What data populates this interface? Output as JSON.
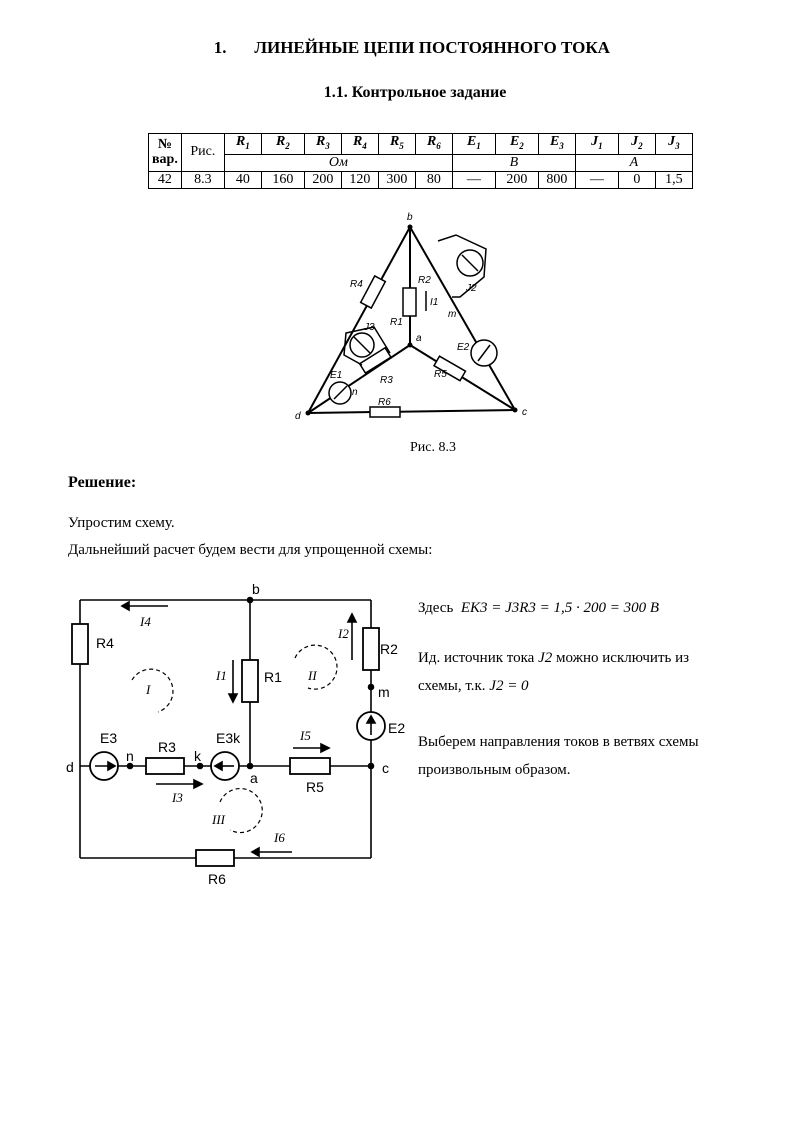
{
  "heading": {
    "number": "1.",
    "title": "ЛИНЕЙНЫЕ ЦЕПИ ПОСТОЯННОГО ТОКА",
    "subtitle": "1.1. Контрольное задание"
  },
  "table": {
    "col_num_top": "№",
    "col_num_bottom": "вар.",
    "col_fig": "Рис.",
    "headers": [
      "R1",
      "R2",
      "R3",
      "R4",
      "R5",
      "R6",
      "E1",
      "E2",
      "E3",
      "J1",
      "J2",
      "J3"
    ],
    "unit_ohm": "Ом",
    "unit_volt": "В",
    "unit_amp": "А",
    "row": [
      "42",
      "8.3",
      "40",
      "160",
      "200",
      "120",
      "300",
      "80",
      "—",
      "200",
      "800",
      "—",
      "0",
      "1,5"
    ]
  },
  "figure1": {
    "caption": "Рис. 8.3",
    "labels": {
      "b": "b",
      "a": "a",
      "c": "c",
      "d": "d",
      "m": "m",
      "n": "n",
      "R1": "R1",
      "R2": "R2",
      "R3": "R3",
      "R4": "R4",
      "R5": "R5",
      "R6": "R6",
      "E1": "E1",
      "E2": "E2",
      "J2": "J2",
      "J3": "J3",
      "I1": "I1"
    }
  },
  "solution": {
    "title": "Решение:",
    "p1": "Упростим схему.",
    "p2": "Дальнейший расчет будем вести для упрощенной схемы:"
  },
  "figure2": {
    "labels": {
      "b": "b",
      "a": "a",
      "c": "c",
      "d": "d",
      "m": "m",
      "n": "n",
      "k": "k",
      "R1": "R1",
      "R2": "R2",
      "R3": "R3",
      "R4": "R4",
      "R5": "R5",
      "R6": "R6",
      "E2": "E2",
      "E3": "E3",
      "E3k": "E3k",
      "I1": "I1",
      "I2": "I2",
      "I3": "I3",
      "I4": "I4",
      "I5": "I5",
      "I6": "I6",
      "loop1": "I",
      "loop2": "II",
      "loop3": "III"
    }
  },
  "notes": {
    "n1_prefix": "Здесь",
    "n1_formula": "EK3 = J3R3 = 1,5 · 200 = 300  В",
    "n2_line1a": "Ид. источник тока",
    "n2_line1b": "J2",
    "n2_line1c": "можно исключить из",
    "n2_line2a": "схемы,  т.к.",
    "n2_line2b": "J2 = 0",
    "n3_line1": "Выберем направления токов в ветвях схемы",
    "n3_line2": "произвольным образом."
  }
}
